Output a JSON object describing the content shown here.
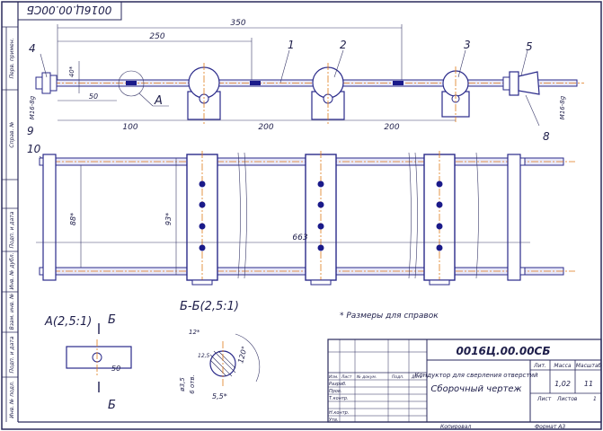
{
  "stamp_rotated": "0016Ц.00.00СБ",
  "frame_side_labels": [
    "Перв. примен.",
    "Справ. №",
    "Подп. и дата",
    "Инв. № дубл.",
    "Взам. инв. №",
    "Подп. и дата",
    "Инв. № подл."
  ],
  "top_view": {
    "dims": {
      "d350": "350",
      "d250": "250",
      "d100": "100",
      "d200a": "200",
      "d200b": "200",
      "d50": "50",
      "d40": "40*",
      "d16": "М16-8g"
    },
    "callouts": [
      "4",
      "1",
      "2",
      "3",
      "5",
      "9",
      "8"
    ],
    "view_a_marker": "А"
  },
  "front_view": {
    "callout": "10",
    "dims": {
      "d88": "88*",
      "d93": "93*",
      "d663": "663"
    }
  },
  "section_a": {
    "title": "А(2,5:1)",
    "mark_top": "Б",
    "mark_bottom": "Б",
    "dim": "50"
  },
  "section_bb": {
    "title": "Б-Б(2,5:1)",
    "dims": {
      "d12": "12*",
      "d125": "12,5",
      "d120": "120°",
      "d35": "ø3,5",
      "d6": "6 отв.",
      "d55": "5,5*"
    }
  },
  "note": "* Размеры для справок",
  "title_block": {
    "code": "0016Ц.00.00СБ",
    "name_line1": "Кондуктор для сверления отверстий",
    "name_line2": "Сборочный чертеж",
    "col_lit": "Лит.",
    "col_mass": "Масса",
    "col_scale": "Масштаб",
    "mass": "1,02",
    "scale": "11",
    "sheet": "Лист",
    "sheets": "Листов",
    "sheets_value": "1",
    "rows": [
      "Изм.",
      "Лист",
      "№ докум.",
      "Подп.",
      "Дата",
      "Разраб.",
      "Пров.",
      "Т.контр.",
      "Н.контр.",
      "Утв."
    ],
    "copied": "Копировал",
    "format": "Формат  А3"
  }
}
